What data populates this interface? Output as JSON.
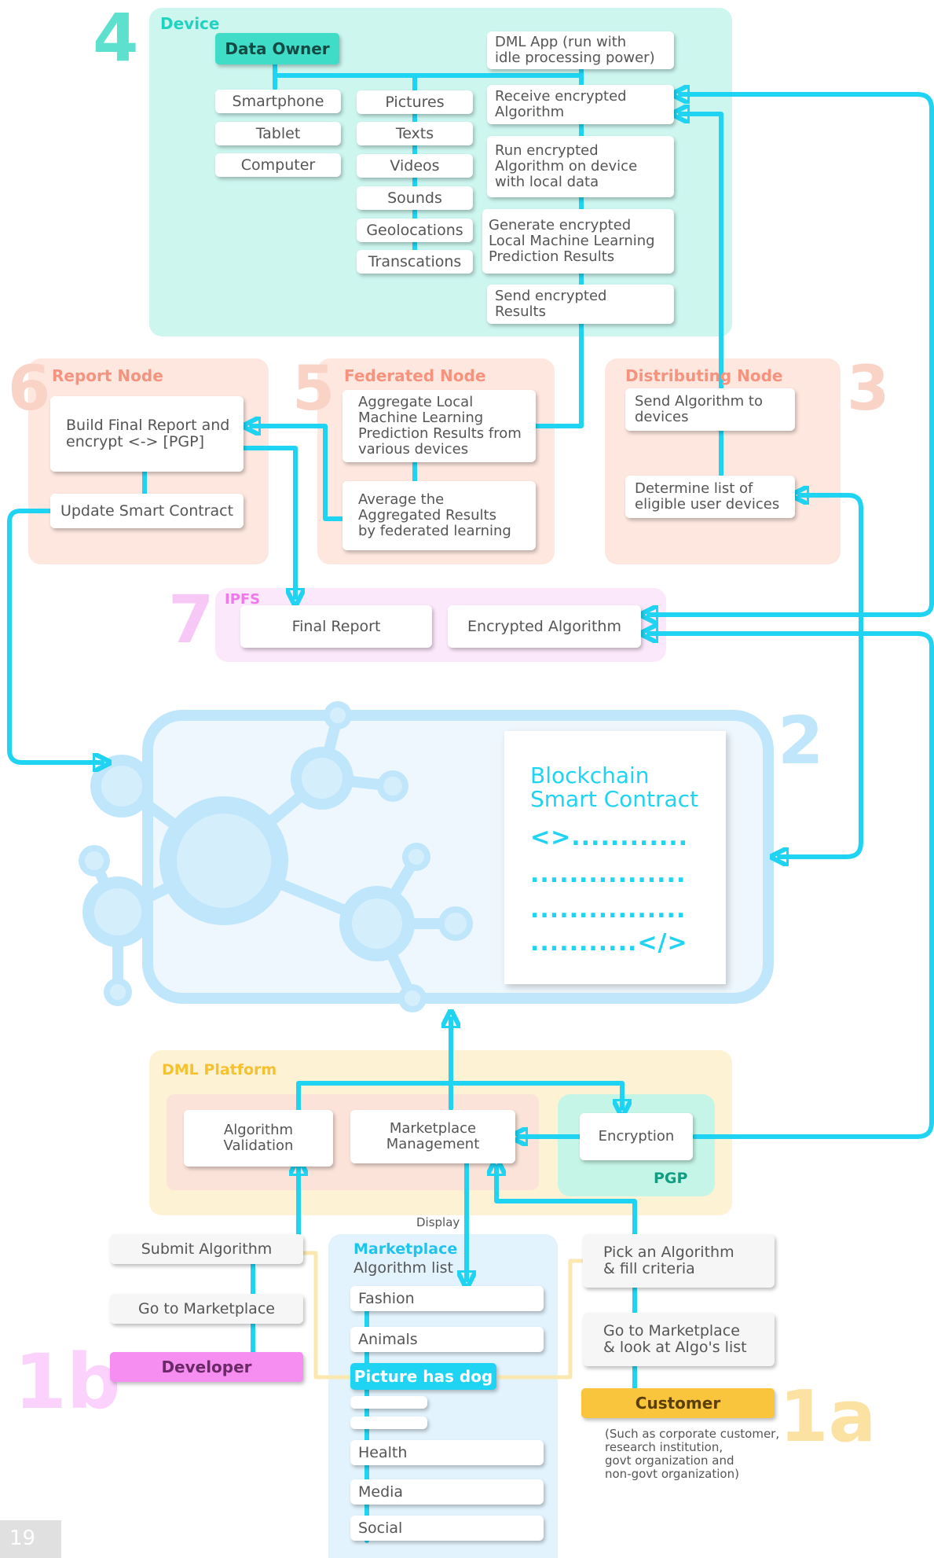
{
  "colors": {
    "arrow": "#1fd3f2",
    "device_bg": "#cdf6ef",
    "device_title": "#20d3c0",
    "data_owner_bg": "#3fdcc8",
    "node_bg": "#fde7df",
    "node_title": "#f5937e",
    "ipfs_bg": "#fce8fb",
    "ipfs_title": "#ef78ea",
    "num_7": "#f7c8f6",
    "blockchain": "#bfe6fb",
    "platform_bg": "#fdf2d3",
    "platform_title": "#f6c12f",
    "pgp_bg": "#c5f5e6",
    "pgp_text": "#0f9e84",
    "marketplace_bg": "#e3f3fd",
    "marketplace_title": "#1fc4ec",
    "developer_bg": "#f58ef0",
    "customer_bg": "#f8c53d"
  },
  "device": {
    "number": "4",
    "title": "Device",
    "data_owner": "Data Owner",
    "devices": [
      "Smartphone",
      "Tablet",
      "Computer"
    ],
    "data_types": [
      "Pictures",
      "Texts",
      "Videos",
      "Sounds",
      "Geolocations",
      "Transcations"
    ],
    "steps": [
      "DML App (run with\nidle processing power)",
      "Receive encrypted\nAlgorithm",
      "Run encrypted\nAlgorithm on device\nwith local data",
      "Generate encrypted\nLocal Machine Learning\nPrediction Results",
      "Send encrypted\nResults"
    ]
  },
  "report_node": {
    "number": "6",
    "title": "Report Node",
    "build": "Build Final Report and\nencrypt <-> [PGP]",
    "update": "Update Smart Contract"
  },
  "federated_node": {
    "number": "5",
    "title": "Federated Node",
    "aggregate": "Aggregate Local\nMachine Learning\nPrediction Results from\nvarious devices",
    "average": "Average the\nAggregated Results\nby federated learning"
  },
  "distributing_node": {
    "number": "3",
    "title": "Distributing Node",
    "send": "Send Algorithm to\ndevices",
    "determine": "Determine list of\neligible user devices"
  },
  "ipfs": {
    "number": "7",
    "title": "IPFS",
    "final_report": "Final Report",
    "encrypted_algorithm": "Encrypted Algorithm"
  },
  "blockchain": {
    "number": "2",
    "title": "Blockchain\nSmart Contract",
    "line1": "<>............",
    "line2": "................",
    "line3": "................",
    "line4": "...........</>"
  },
  "platform": {
    "title": "DML Platform",
    "algorithm_validation": "Algorithm\nValidation",
    "marketplace_management": "Marketplace\nManagement",
    "encryption": "Encryption",
    "pgp": "PGP"
  },
  "developer": {
    "number": "1b",
    "submit": "Submit Algorithm",
    "goto": "Go to Marketplace",
    "label": "Developer"
  },
  "marketplace": {
    "display_label": "Display",
    "title": "Marketplace",
    "subtitle": "Algorithm list",
    "items": [
      "Fashion",
      "Animals",
      "Picture has dog",
      "",
      "",
      "Health",
      "Media",
      "Social"
    ]
  },
  "customer": {
    "number": "1a",
    "pick": "Pick an Algorithm\n& fill criteria",
    "goto": "Go to Marketplace\n& look at Algo's list",
    "label": "Customer",
    "note": "(Such as corporate customer,\nresearch institution,\ngovt organization and\nnon-govt organization)"
  },
  "page_number": "19"
}
